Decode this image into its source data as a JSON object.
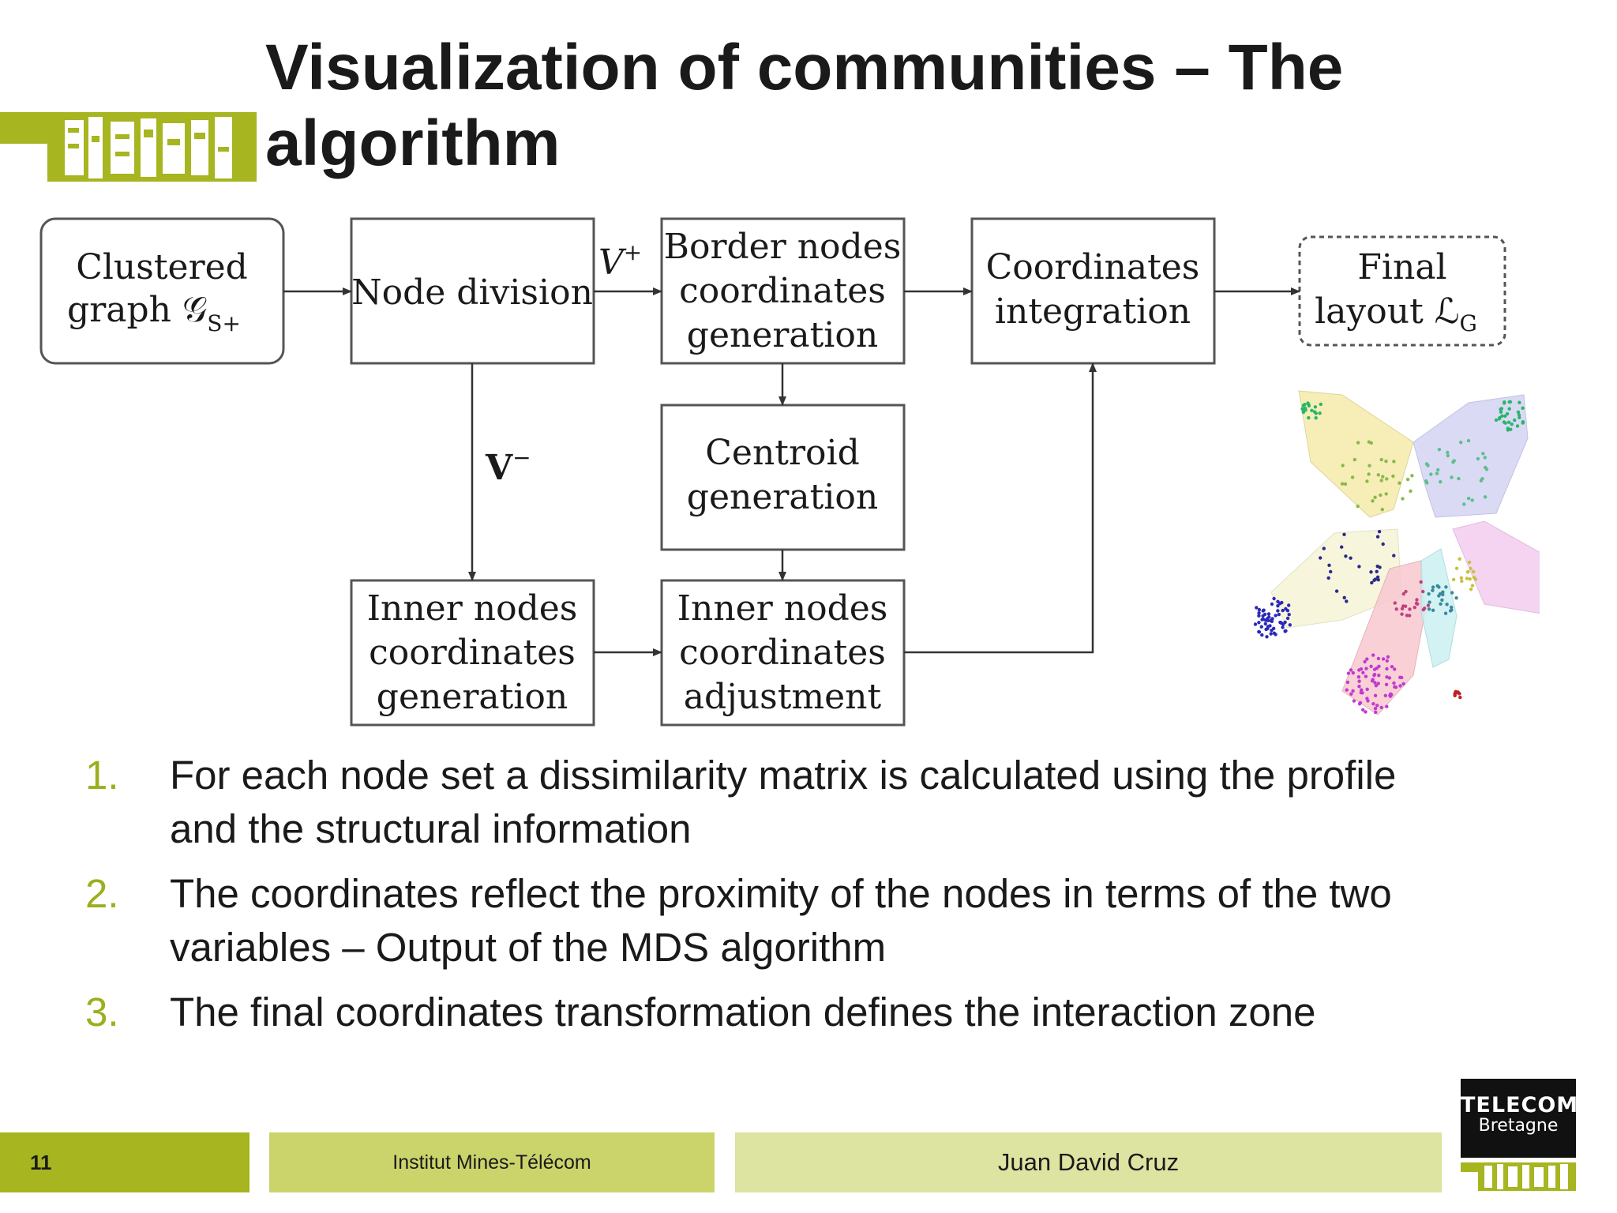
{
  "slide": {
    "title_line1": "Visualization of communities – The",
    "title_line2": "algorithm"
  },
  "diagram": {
    "nodes": {
      "clustered": [
        "Clustered",
        "graph 𝒢",
        "S+"
      ],
      "node_division": "Node division",
      "border": [
        "Border nodes",
        "coordinates",
        "generation"
      ],
      "coord_integration": [
        "Coordinates",
        "integration"
      ],
      "final": [
        "Final",
        "layout ℒ",
        "G"
      ],
      "centroid": [
        "Centroid",
        "generation"
      ],
      "inner_gen": [
        "Inner nodes",
        "coordinates",
        "generation"
      ],
      "inner_adj": [
        "Inner nodes",
        "coordinates",
        "adjustment"
      ]
    },
    "edge_labels": {
      "v_plus": "V",
      "v_plus_sup": "+",
      "v_minus": "V",
      "v_minus_sup": "−"
    }
  },
  "bullets": [
    {
      "num": "1.",
      "line1": "For each node set a dissimilarity matrix is calculated using the profile",
      "line2": "and the structural information"
    },
    {
      "num": "2.",
      "line1": "The coordinates reflect the proximity of the nodes in terms of the two",
      "line2": "variables – Output of the MDS algorithm"
    },
    {
      "num": "3.",
      "line1": "The final coordinates transformation defines the interaction zone",
      "line2": ""
    }
  ],
  "footer": {
    "page_number": "11",
    "institution": "Institut Mines-Télécom",
    "author": "Juan David Cruz"
  },
  "logo": {
    "line1": "TELECOM",
    "line2": "Bretagne"
  },
  "colors": {
    "accent": "#a6b520",
    "footer_mid": "#cbd36b",
    "footer_light": "#dde3a0",
    "bullet_number": "#9cae1e"
  }
}
